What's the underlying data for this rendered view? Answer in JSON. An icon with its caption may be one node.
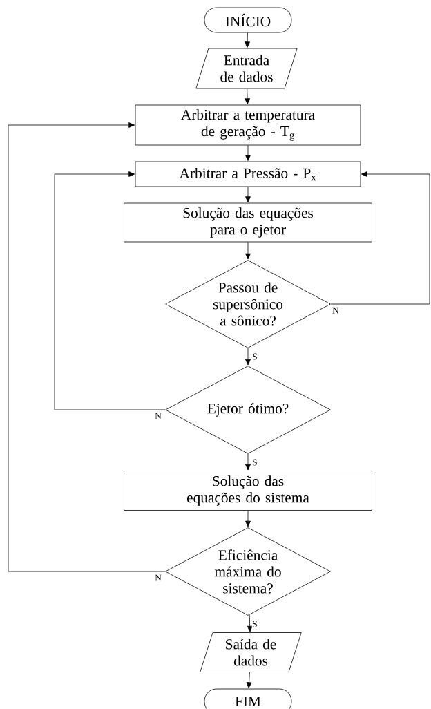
{
  "diagram": {
    "nodes": [
      {
        "text": [
          "INÍCIO"
        ]
      },
      {
        "text": [
          "Entrada de dados"
        ]
      },
      {
        "text": [
          "Arbitrar a temperatura de geração - T$_{g}$"
        ]
      },
      {
        "text": [
          "Arbitrar a Pressão - P$_{x}$"
        ]
      },
      {
        "text": [
          "Solução das equações para o ejetor"
        ]
      },
      {
        "text": [
          "Passou de supersônico a sônico?"
        ]
      },
      {
        "text": [
          "Ejetor ótimo?"
        ]
      },
      {
        "text": [
          "Solução das equações do sistema"
        ]
      },
      {
        "text": [
          "Eficiência máxima do sistema?"
        ]
      },
      {
        "text": [
          "Saída de dados"
        ]
      },
      {
        "text": [
          "FIM"
        ]
      }
    ],
    "edges": [
      {
        "from": 0,
        "to": 1,
        "arrow": "to"
      },
      {
        "from": 1,
        "to": 2,
        "arrow": "to"
      },
      {
        "from": 2,
        "to": 3,
        "arrow": "to"
      },
      {
        "from": 3,
        "to": 4,
        "arrow": "to"
      },
      {
        "from": 4,
        "to": 5,
        "arrow": "to"
      },
      {
        "from": 5,
        "to": 6,
        "arrow": "to",
        "label": "S"
      },
      {
        "from": 5,
        "to": 3,
        "arrow": "to",
        "label": "N"
      },
      {
        "from": 6,
        "to": 7,
        "arrow": "to",
        "label": "S"
      },
      {
        "from": 6,
        "to": 3,
        "arrow": "to",
        "label": "N"
      },
      {
        "from": 7,
        "to": 8,
        "arrow": "to"
      },
      {
        "from": 8,
        "to": 9,
        "arrow": "to",
        "label": "S"
      },
      {
        "from": 8,
        "to": 2,
        "arrow": "to",
        "label": "N"
      },
      {
        "from": 9,
        "to": 10,
        "arrow": "to"
      }
    ]
  }
}
